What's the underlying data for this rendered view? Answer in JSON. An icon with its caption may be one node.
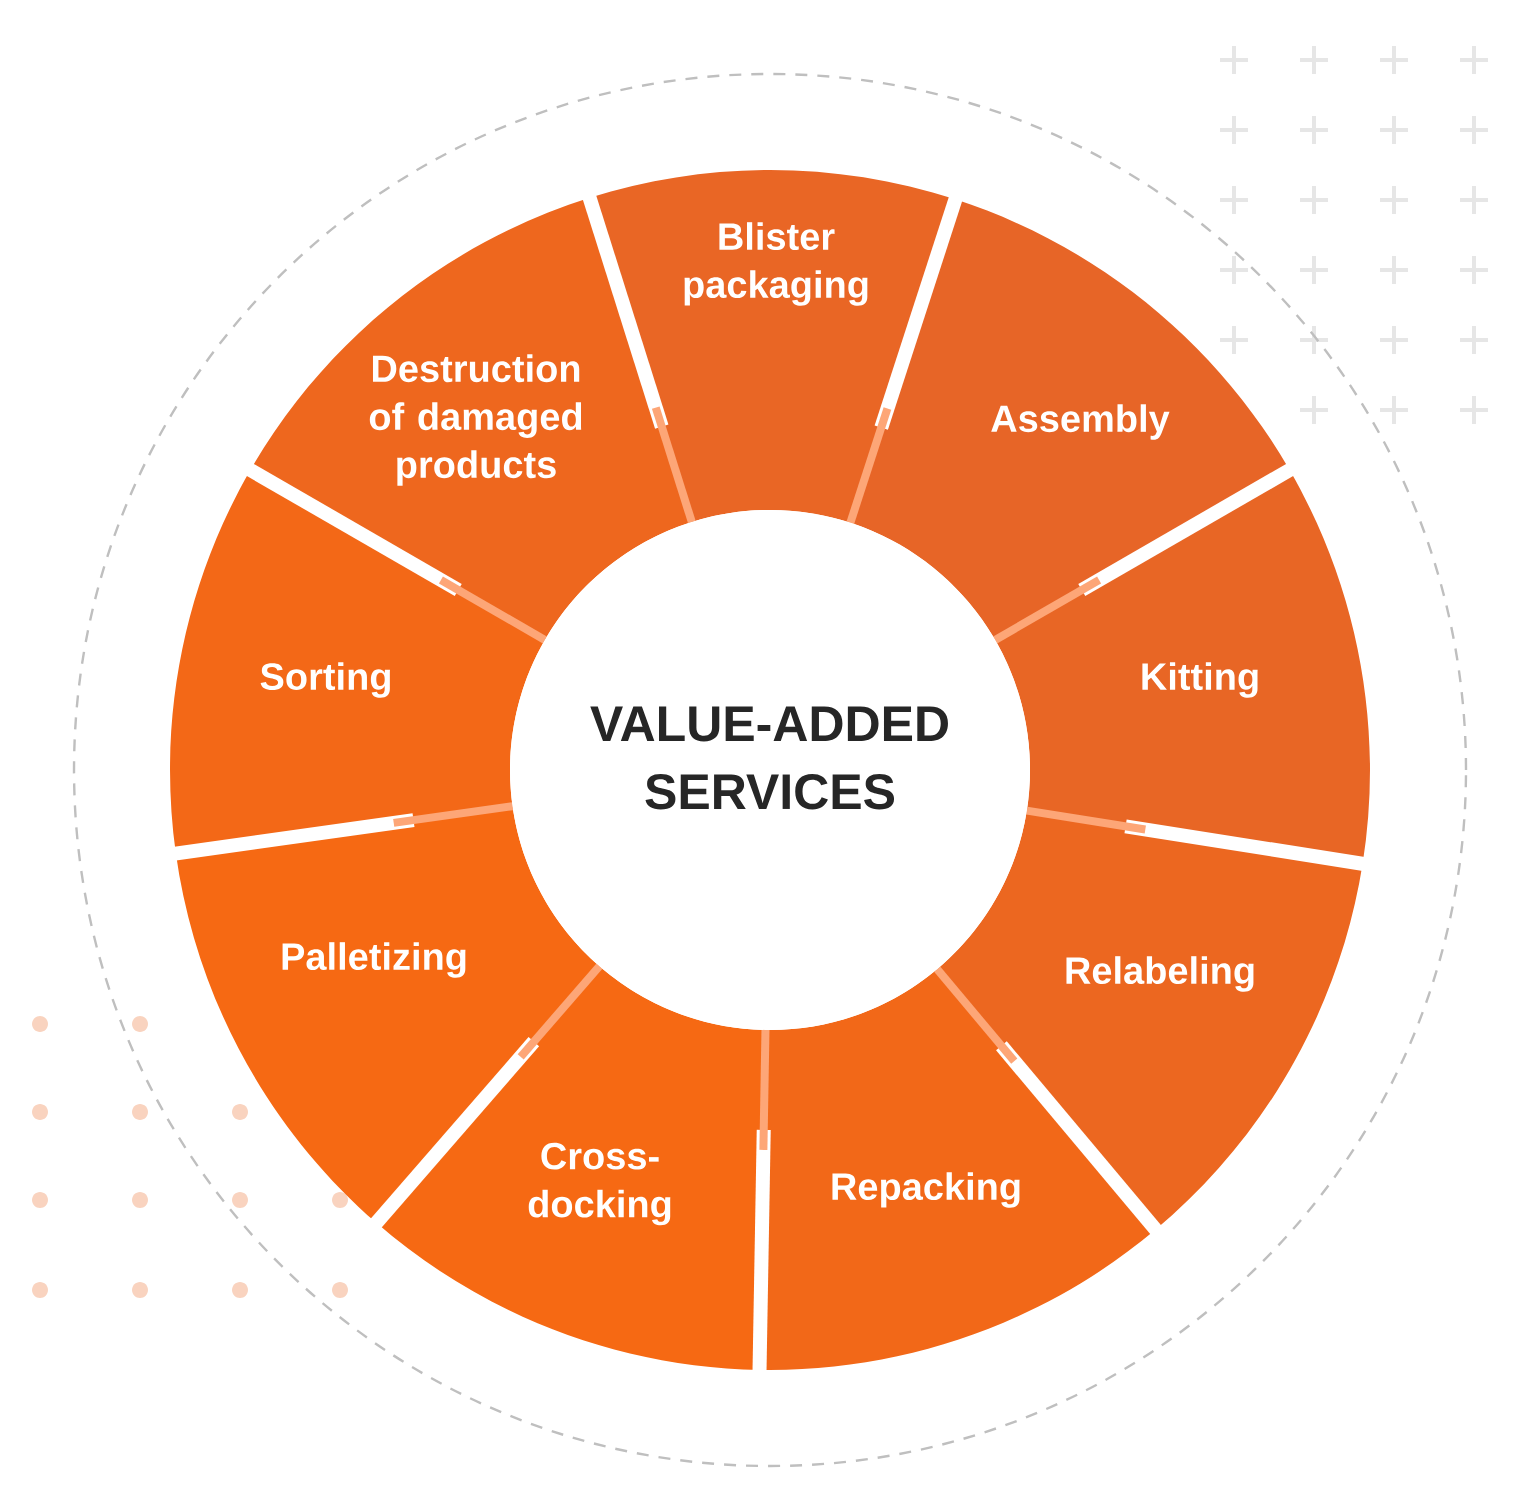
{
  "diagram": {
    "nodes": [
      {
        "text": [
          "VALUE-ADDED SERVICES"
        ]
      },
      {
        "text": [
          "Blister packaging"
        ]
      },
      {
        "text": [
          "Assembly"
        ]
      },
      {
        "text": [
          "Kitting"
        ]
      },
      {
        "text": [
          "Relabeling"
        ]
      },
      {
        "text": [
          "Repacking"
        ]
      },
      {
        "text": [
          "Cross-docking"
        ]
      },
      {
        "text": [
          "Palletizing"
        ]
      },
      {
        "text": [
          "Sorting"
        ]
      },
      {
        "text": [
          "Destruction of damaged products"
        ]
      }
    ]
  }
}
